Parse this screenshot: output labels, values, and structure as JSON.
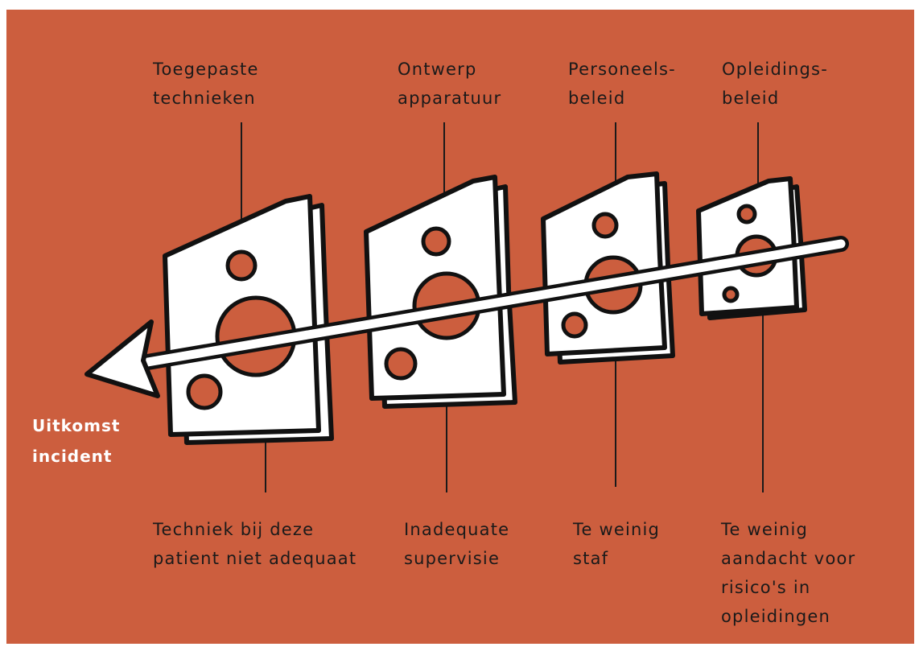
{
  "colors": {
    "background": "#cc5e3e",
    "slice": "#ffffff",
    "outline": "#111111",
    "text": "#1a1a1a",
    "outcome_text": "#ffffff"
  },
  "outcome": {
    "line1": "Uitkomst",
    "line2": "incident"
  },
  "layers": [
    {
      "top": [
        "Toegepaste",
        "technieken"
      ],
      "bottom": [
        "Techniek bij deze",
        "patient niet adequaat"
      ]
    },
    {
      "top": [
        "Ontwerp",
        "apparatuur"
      ],
      "bottom": [
        "Inadequate",
        "supervisie"
      ]
    },
    {
      "top": [
        "Personeels-",
        "beleid"
      ],
      "bottom": [
        "Te weinig",
        "staf"
      ]
    },
    {
      "top": [
        "Opleidings-",
        "beleid"
      ],
      "bottom": [
        "Te weinig",
        "aandacht voor",
        "risico's in",
        "opleidingen"
      ]
    }
  ]
}
